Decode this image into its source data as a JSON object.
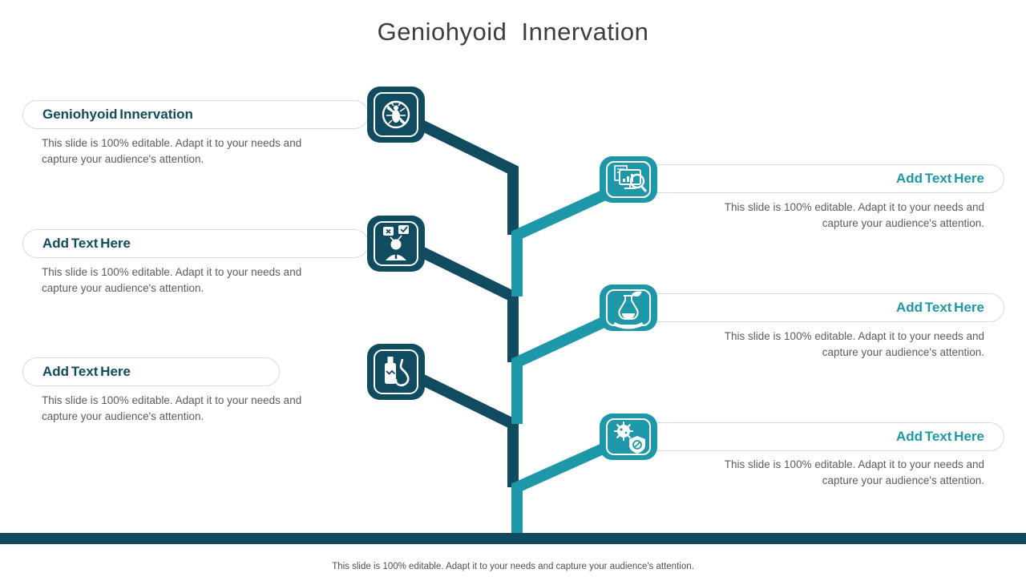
{
  "slide": {
    "title": "Geniohyoid Innervation",
    "footer": "This slide is 100% editable. Adapt it to your needs and capture your audience's attention."
  },
  "colors": {
    "dark_teal": "#114B5F",
    "light_teal": "#1E97A8",
    "pill_border": "#D9D9D9",
    "title_color": "#3D3D3D",
    "body_gray": "#5C5C5C"
  },
  "left_items": [
    {
      "heading": "Geniohyoid Innervation",
      "body": "This slide is 100% editable. Adapt it to your needs and capture your audience's attention.",
      "icon": "no-bug-icon"
    },
    {
      "heading": "Add Text Here",
      "body": "This slide is 100% editable. Adapt it to your needs and capture your audience's attention.",
      "icon": "person-feedback-icon"
    },
    {
      "heading": "Add Text Here",
      "body": "This slide is 100% editable. Adapt it to your needs and capture your audience's attention.",
      "icon": "medicine-stomach-icon"
    }
  ],
  "right_items": [
    {
      "heading": "Add Text Here",
      "body": "This slide is 100% editable. Adapt it to your needs and capture your audience's attention.",
      "icon": "analytics-monitor-icon"
    },
    {
      "heading": "Add Text Here",
      "body": "This slide is 100% editable. Adapt it to your needs and capture your audience's attention.",
      "icon": "flask-hand-icon"
    },
    {
      "heading": "Add Text Here",
      "body": "This slide is 100% editable. Adapt it to your needs and capture your audience's attention.",
      "icon": "virus-shield-icon"
    }
  ]
}
